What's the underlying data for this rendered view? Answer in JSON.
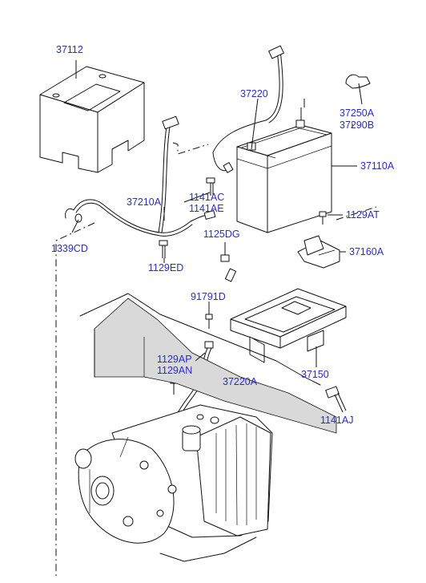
{
  "parts": {
    "p37112": "37112",
    "p37220": "37220",
    "p37250A": "37250A",
    "p37290B": "37290B",
    "p37110A": "37110A",
    "p37210A": "37210A",
    "p1141AC": "1141AC",
    "p1141AE": "1141AE",
    "p1129AT": "1129AT",
    "p1339CD": "1339CD",
    "p1125DG": "1125DG",
    "p1129ED": "1129ED",
    "p37160A": "37160A",
    "p91791D": "91791D",
    "p1129AP": "1129AP",
    "p1129AN": "1129AN",
    "p37220A": "37220A",
    "p37150": "37150",
    "p1141AJ": "1141AJ"
  },
  "colors": {
    "label": "#2a2ad8",
    "line": "#111111"
  }
}
